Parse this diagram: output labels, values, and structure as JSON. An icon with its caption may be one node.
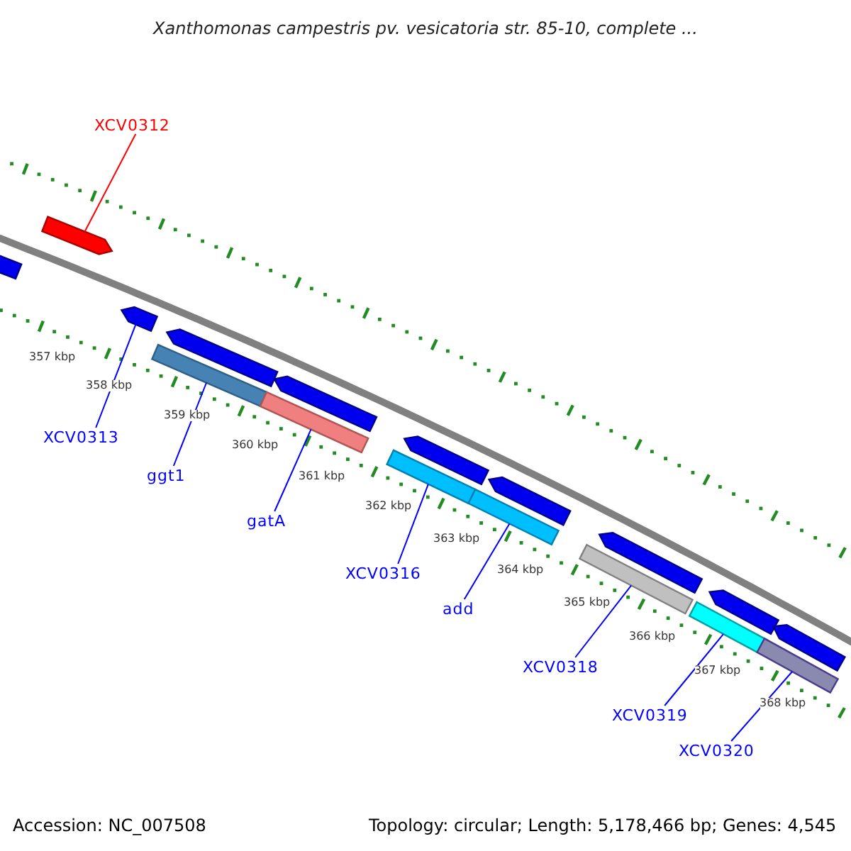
{
  "diagram": {
    "title": "Xanthomonas campestris pv. vesicatoria str. 85-10, complete ...",
    "nodes": [
      {
        "text": [
          "XCV0312"
        ]
      },
      {
        "text": [],
        "shape": "bar"
      },
      {
        "text": [
          "XCV0313"
        ]
      },
      {
        "text": [],
        "shape": "bar"
      },
      {
        "text": [
          "ggt1"
        ]
      },
      {
        "text": [],
        "shape": "bar"
      },
      {
        "text": [
          "gatA"
        ]
      },
      {
        "text": [],
        "shape": "bar"
      },
      {
        "text": [
          "XCV0316"
        ]
      },
      {
        "text": [],
        "shape": "bar"
      },
      {
        "text": [
          "add"
        ]
      },
      {
        "text": [],
        "shape": "bar"
      },
      {
        "text": [
          "XCV0318"
        ]
      },
      {
        "text": [],
        "shape": "bar"
      },
      {
        "text": [
          "XCV0319"
        ]
      },
      {
        "text": [],
        "shape": "bar"
      },
      {
        "text": [
          "XCV0320"
        ]
      },
      {
        "text": [],
        "shape": "bar"
      }
    ],
    "edges": [
      {
        "from": 0,
        "to": 1,
        "arrow": "none",
        "color": "#ff0000"
      },
      {
        "from": 2,
        "to": 3,
        "arrow": "none"
      },
      {
        "from": 4,
        "to": 5,
        "arrow": "none"
      },
      {
        "from": 6,
        "to": 7,
        "arrow": "none"
      },
      {
        "from": 8,
        "to": 9,
        "arrow": "none"
      },
      {
        "from": 10,
        "to": 11,
        "arrow": "none"
      },
      {
        "from": 12,
        "to": 13,
        "arrow": "none"
      },
      {
        "from": 14,
        "to": 15,
        "arrow": "none"
      },
      {
        "from": 16,
        "to": 17,
        "arrow": "none"
      }
    ],
    "labels": [
      "357 kbp",
      "358 kbp",
      "359 kbp",
      "360 kbp",
      "361 kbp",
      "362 kbp",
      "363 kbp",
      "364 kbp",
      "365 kbp",
      "366 kbp",
      "367 kbp",
      "368 kbp",
      "Accession: NC_007508",
      "Topology: circular; Length: 5,178,466 bp; Genes: 4,545"
    ]
  }
}
